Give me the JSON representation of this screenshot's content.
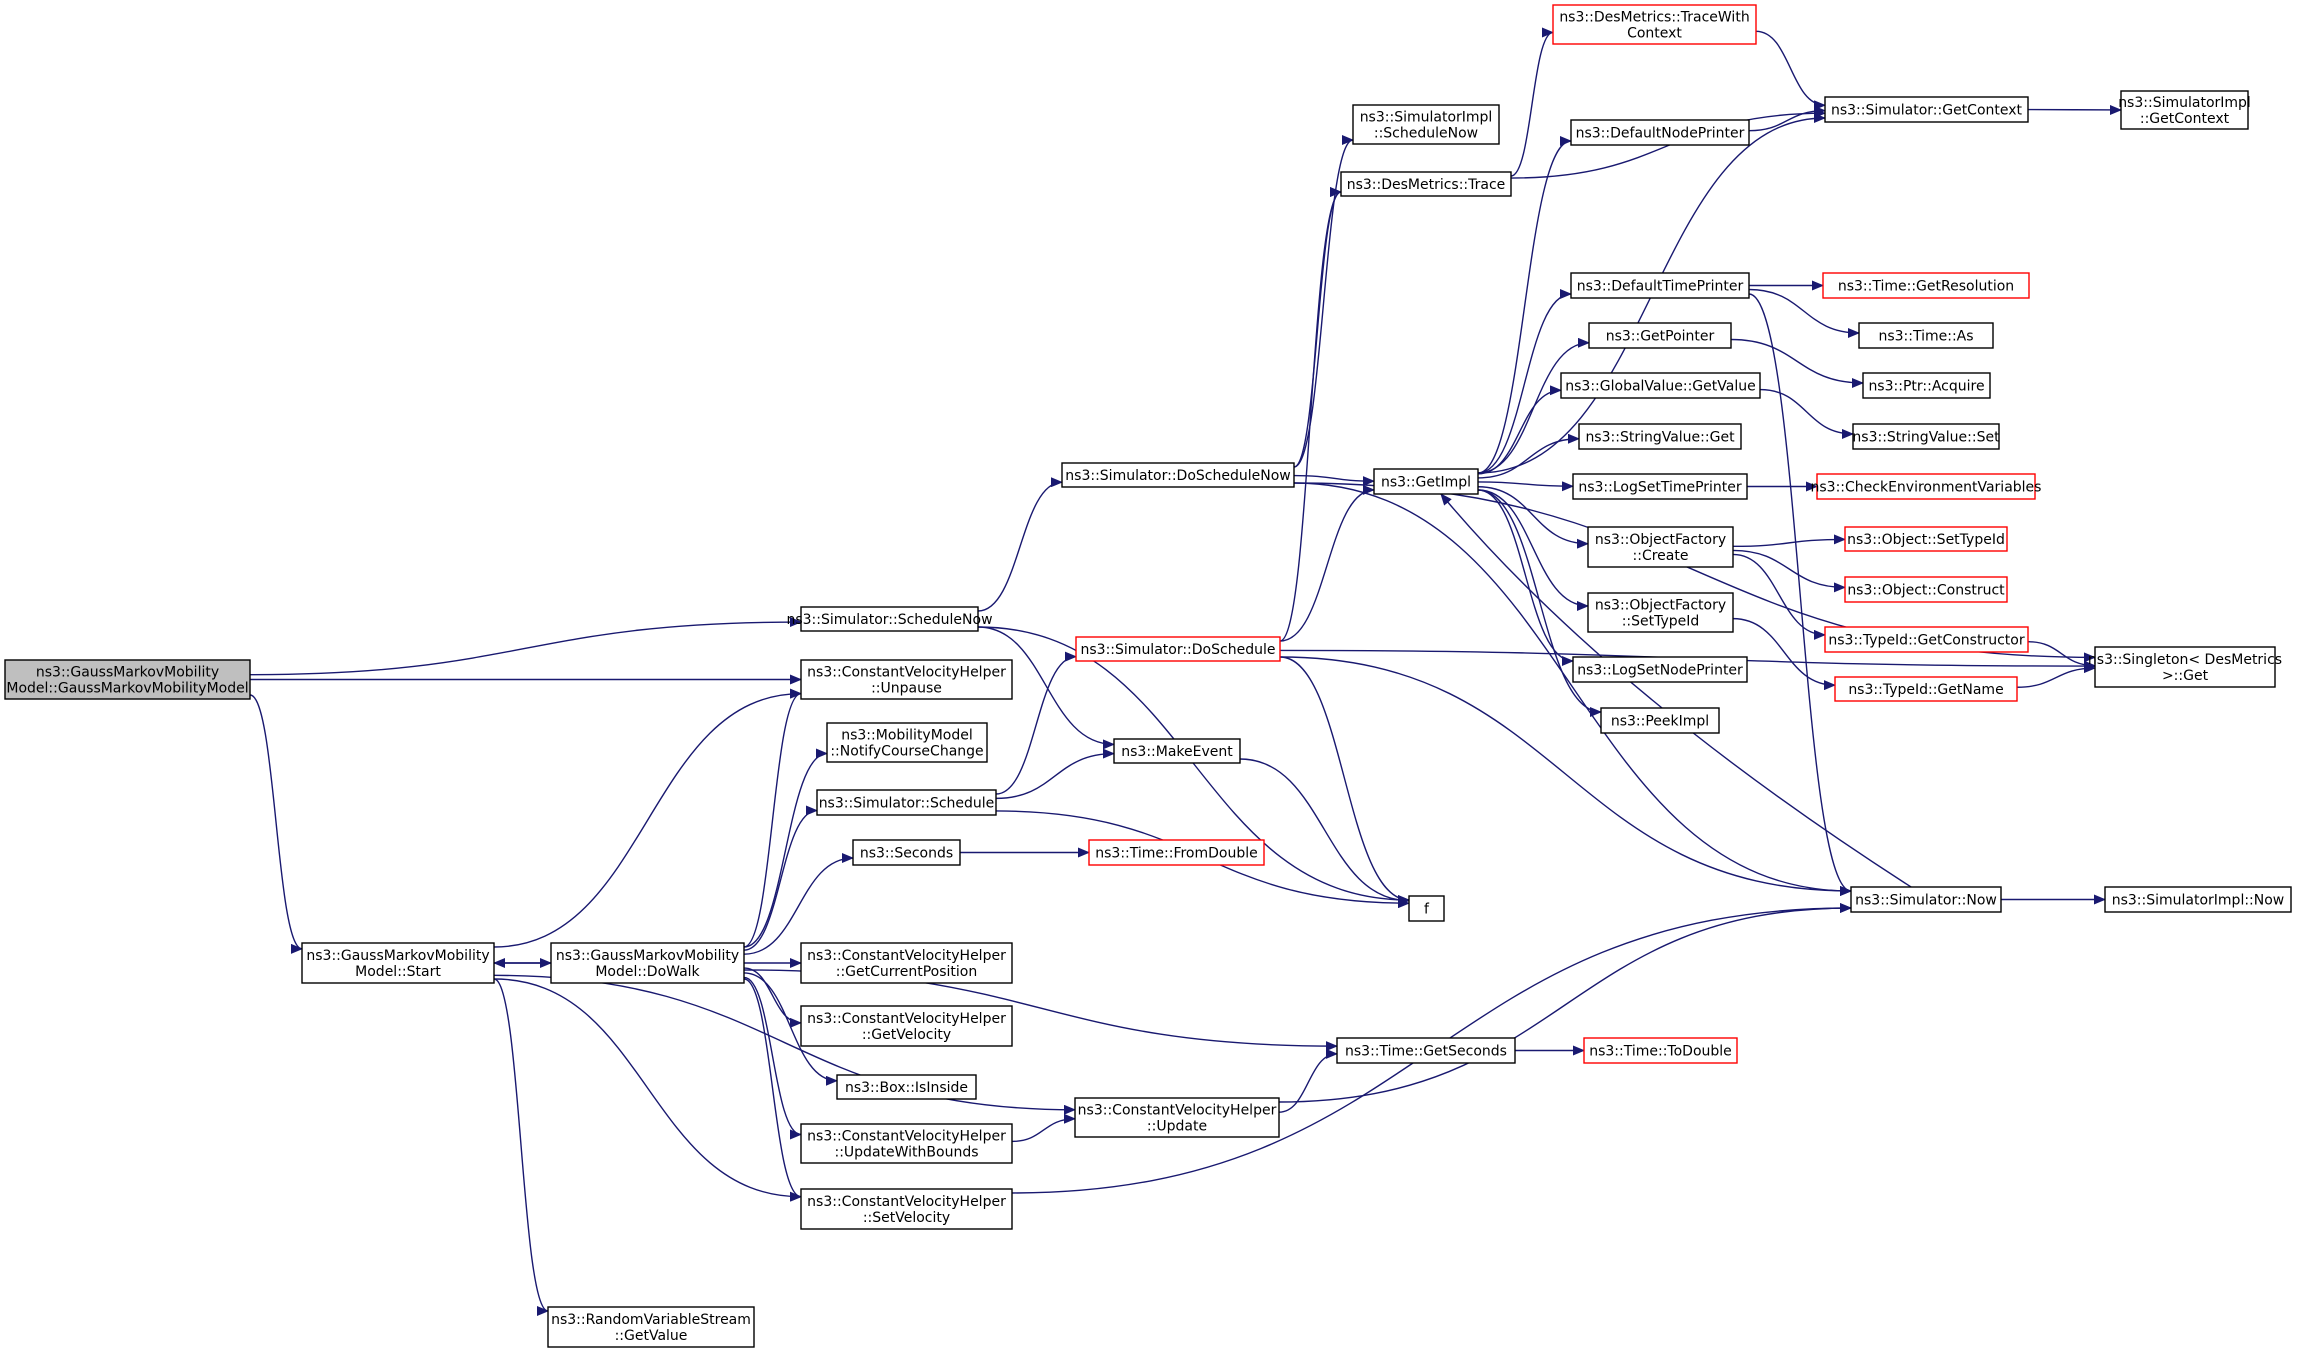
{
  "colors": {
    "edge": "#191970",
    "node_border_normal": "#000000",
    "node_border_truncated": "#ff0000",
    "root_fill": "#bfbfbf",
    "node_fill": "#ffffff"
  },
  "nodes": [
    {
      "id": "root",
      "lines": [
        "ns3::GaussMarkovMobility",
        "Model::GaussMarkovMobilityModel"
      ],
      "style": "root"
    },
    {
      "id": "start",
      "lines": [
        "ns3::GaussMarkovMobility",
        "Model::Start"
      ],
      "style": "normal"
    },
    {
      "id": "dowalk",
      "lines": [
        "ns3::GaussMarkovMobility",
        "Model::DoWalk"
      ],
      "style": "normal"
    },
    {
      "id": "rvs_getvalue",
      "lines": [
        "ns3::RandomVariableStream",
        "::GetValue"
      ],
      "style": "normal"
    },
    {
      "id": "sim_schedulenow",
      "lines": [
        "ns3::Simulator::ScheduleNow"
      ],
      "style": "normal"
    },
    {
      "id": "cvh_unpause",
      "lines": [
        "ns3::ConstantVelocityHelper",
        "::Unpause"
      ],
      "style": "normal"
    },
    {
      "id": "mm_notify",
      "lines": [
        "ns3::MobilityModel",
        "::NotifyCourseChange"
      ],
      "style": "normal"
    },
    {
      "id": "sim_schedule",
      "lines": [
        "ns3::Simulator::Schedule"
      ],
      "style": "normal"
    },
    {
      "id": "seconds",
      "lines": [
        "ns3::Seconds"
      ],
      "style": "normal"
    },
    {
      "id": "cvh_getpos",
      "lines": [
        "ns3::ConstantVelocityHelper",
        "::GetCurrentPosition"
      ],
      "style": "normal"
    },
    {
      "id": "cvh_getvel",
      "lines": [
        "ns3::ConstantVelocityHelper",
        "::GetVelocity"
      ],
      "style": "normal"
    },
    {
      "id": "box_isinside",
      "lines": [
        "ns3::Box::IsInside"
      ],
      "style": "normal"
    },
    {
      "id": "cvh_updwb",
      "lines": [
        "ns3::ConstantVelocityHelper",
        "::UpdateWithBounds"
      ],
      "style": "normal"
    },
    {
      "id": "cvh_setvel",
      "lines": [
        "ns3::ConstantVelocityHelper",
        "::SetVelocity"
      ],
      "style": "normal"
    },
    {
      "id": "sim_doschedulenow",
      "lines": [
        "ns3::Simulator::DoScheduleNow"
      ],
      "style": "normal"
    },
    {
      "id": "sim_doschedule",
      "lines": [
        "ns3::Simulator::DoSchedule"
      ],
      "style": "truncated"
    },
    {
      "id": "makeevent",
      "lines": [
        "ns3::MakeEvent"
      ],
      "style": "normal"
    },
    {
      "id": "time_fromdouble",
      "lines": [
        "ns3::Time::FromDouble"
      ],
      "style": "truncated"
    },
    {
      "id": "cvh_update",
      "lines": [
        "ns3::ConstantVelocityHelper",
        "::Update"
      ],
      "style": "normal"
    },
    {
      "id": "simimpl_schedulenow",
      "lines": [
        "ns3::SimulatorImpl",
        "::ScheduleNow"
      ],
      "style": "normal"
    },
    {
      "id": "desm_trace",
      "lines": [
        "ns3::DesMetrics::Trace"
      ],
      "style": "normal"
    },
    {
      "id": "getimpl",
      "lines": [
        "ns3::GetImpl"
      ],
      "style": "normal"
    },
    {
      "id": "f",
      "lines": [
        "f"
      ],
      "style": "normal"
    },
    {
      "id": "time_getseconds",
      "lines": [
        "ns3::Time::GetSeconds"
      ],
      "style": "normal"
    },
    {
      "id": "desm_tracewc",
      "lines": [
        "ns3::DesMetrics::TraceWith",
        "Context"
      ],
      "style": "truncated"
    },
    {
      "id": "defnodeprinter",
      "lines": [
        "ns3::DefaultNodePrinter"
      ],
      "style": "normal"
    },
    {
      "id": "deftimeprinter",
      "lines": [
        "ns3::DefaultTimePrinter"
      ],
      "style": "normal"
    },
    {
      "id": "getpointer",
      "lines": [
        "ns3::GetPointer"
      ],
      "style": "normal"
    },
    {
      "id": "gv_getvalue",
      "lines": [
        "ns3::GlobalValue::GetValue"
      ],
      "style": "normal"
    },
    {
      "id": "sv_get",
      "lines": [
        "ns3::StringValue::Get"
      ],
      "style": "normal"
    },
    {
      "id": "logsettimeprinter",
      "lines": [
        "ns3::LogSetTimePrinter"
      ],
      "style": "normal"
    },
    {
      "id": "of_create",
      "lines": [
        "ns3::ObjectFactory",
        "::Create"
      ],
      "style": "normal"
    },
    {
      "id": "of_settypeid",
      "lines": [
        "ns3::ObjectFactory",
        "::SetTypeId"
      ],
      "style": "normal"
    },
    {
      "id": "logsetnodeprinter",
      "lines": [
        "ns3::LogSetNodePrinter"
      ],
      "style": "normal"
    },
    {
      "id": "peekimpl",
      "lines": [
        "ns3::PeekImpl"
      ],
      "style": "normal"
    },
    {
      "id": "time_todouble",
      "lines": [
        "ns3::Time::ToDouble"
      ],
      "style": "truncated"
    },
    {
      "id": "sim_getcontext",
      "lines": [
        "ns3::Simulator::GetContext"
      ],
      "style": "normal"
    },
    {
      "id": "time_getres",
      "lines": [
        "ns3::Time::GetResolution"
      ],
      "style": "truncated"
    },
    {
      "id": "time_as",
      "lines": [
        "ns3::Time::As"
      ],
      "style": "normal"
    },
    {
      "id": "ptr_acquire",
      "lines": [
        "ns3::Ptr::Acquire"
      ],
      "style": "normal"
    },
    {
      "id": "sv_set",
      "lines": [
        "ns3::StringValue::Set"
      ],
      "style": "normal"
    },
    {
      "id": "checkenv",
      "lines": [
        "ns3::CheckEnvironmentVariables"
      ],
      "style": "truncated"
    },
    {
      "id": "obj_settypeid",
      "lines": [
        "ns3::Object::SetTypeId"
      ],
      "style": "truncated"
    },
    {
      "id": "obj_construct",
      "lines": [
        "ns3::Object::Construct"
      ],
      "style": "truncated"
    },
    {
      "id": "typeid_getctor",
      "lines": [
        "ns3::TypeId::GetConstructor"
      ],
      "style": "truncated"
    },
    {
      "id": "typeid_getname",
      "lines": [
        "ns3::TypeId::GetName"
      ],
      "style": "truncated"
    },
    {
      "id": "sim_now",
      "lines": [
        "ns3::Simulator::Now"
      ],
      "style": "normal"
    },
    {
      "id": "simimpl_getcontext",
      "lines": [
        "ns3::SimulatorImpl",
        "::GetContext"
      ],
      "style": "normal"
    },
    {
      "id": "singleton_get",
      "lines": [
        "ns3::Singleton< DesMetrics",
        " >::Get"
      ],
      "style": "normal"
    },
    {
      "id": "simimpl_now",
      "lines": [
        "ns3::SimulatorImpl::Now"
      ],
      "style": "normal"
    }
  ],
  "edges": [
    [
      "root",
      "sim_schedulenow"
    ],
    [
      "root",
      "cvh_unpause"
    ],
    [
      "root",
      "start"
    ],
    [
      "start",
      "dowalk"
    ],
    [
      "start",
      "cvh_unpause"
    ],
    [
      "start",
      "cvh_setvel"
    ],
    [
      "start",
      "cvh_update"
    ],
    [
      "start",
      "rvs_getvalue"
    ],
    [
      "dowalk",
      "start"
    ],
    [
      "dowalk",
      "cvh_unpause"
    ],
    [
      "dowalk",
      "mm_notify"
    ],
    [
      "dowalk",
      "sim_schedule"
    ],
    [
      "dowalk",
      "seconds"
    ],
    [
      "dowalk",
      "time_getseconds"
    ],
    [
      "dowalk",
      "cvh_getpos"
    ],
    [
      "dowalk",
      "cvh_getvel"
    ],
    [
      "dowalk",
      "box_isinside"
    ],
    [
      "dowalk",
      "cvh_updwb"
    ],
    [
      "dowalk",
      "cvh_setvel"
    ],
    [
      "sim_schedulenow",
      "sim_doschedulenow"
    ],
    [
      "sim_schedulenow",
      "makeevent"
    ],
    [
      "sim_schedulenow",
      "f"
    ],
    [
      "sim_schedule",
      "sim_doschedule"
    ],
    [
      "sim_schedule",
      "makeevent"
    ],
    [
      "sim_schedule",
      "f"
    ],
    [
      "seconds",
      "time_fromdouble"
    ],
    [
      "cvh_updwb",
      "cvh_update"
    ],
    [
      "cvh_setvel",
      "sim_now"
    ],
    [
      "cvh_update",
      "time_getseconds"
    ],
    [
      "cvh_update",
      "sim_now"
    ],
    [
      "makeevent",
      "f"
    ],
    [
      "sim_doschedulenow",
      "simimpl_schedulenow"
    ],
    [
      "sim_doschedulenow",
      "desm_trace"
    ],
    [
      "sim_doschedulenow",
      "getimpl"
    ],
    [
      "sim_doschedulenow",
      "sim_now"
    ],
    [
      "sim_doschedulenow",
      "singleton_get"
    ],
    [
      "sim_doschedule",
      "desm_trace"
    ],
    [
      "sim_doschedule",
      "getimpl"
    ],
    [
      "sim_doschedule",
      "sim_now"
    ],
    [
      "sim_doschedule",
      "singleton_get"
    ],
    [
      "sim_doschedule",
      "f"
    ],
    [
      "desm_trace",
      "desm_tracewc"
    ],
    [
      "desm_trace",
      "sim_getcontext"
    ],
    [
      "desm_tracewc",
      "sim_getcontext"
    ],
    [
      "getimpl",
      "sim_getcontext"
    ],
    [
      "getimpl",
      "defnodeprinter"
    ],
    [
      "getimpl",
      "deftimeprinter"
    ],
    [
      "getimpl",
      "getpointer"
    ],
    [
      "getimpl",
      "gv_getvalue"
    ],
    [
      "getimpl",
      "sv_get"
    ],
    [
      "getimpl",
      "logsettimeprinter"
    ],
    [
      "getimpl",
      "of_create"
    ],
    [
      "getimpl",
      "of_settypeid"
    ],
    [
      "getimpl",
      "logsetnodeprinter"
    ],
    [
      "getimpl",
      "peekimpl"
    ],
    [
      "sim_now",
      "getimpl"
    ],
    [
      "sim_now",
      "simimpl_now"
    ],
    [
      "defnodeprinter",
      "sim_getcontext"
    ],
    [
      "deftimeprinter",
      "time_getres"
    ],
    [
      "deftimeprinter",
      "time_as"
    ],
    [
      "deftimeprinter",
      "sim_now"
    ],
    [
      "getpointer",
      "ptr_acquire"
    ],
    [
      "gv_getvalue",
      "sv_set"
    ],
    [
      "logsettimeprinter",
      "checkenv"
    ],
    [
      "of_create",
      "obj_settypeid"
    ],
    [
      "of_create",
      "obj_construct"
    ],
    [
      "of_create",
      "typeid_getctor"
    ],
    [
      "of_settypeid",
      "typeid_getname"
    ],
    [
      "typeid_getctor",
      "singleton_get"
    ],
    [
      "typeid_getname",
      "singleton_get"
    ],
    [
      "sim_getcontext",
      "simimpl_getcontext"
    ],
    [
      "time_getseconds",
      "time_todouble"
    ]
  ]
}
